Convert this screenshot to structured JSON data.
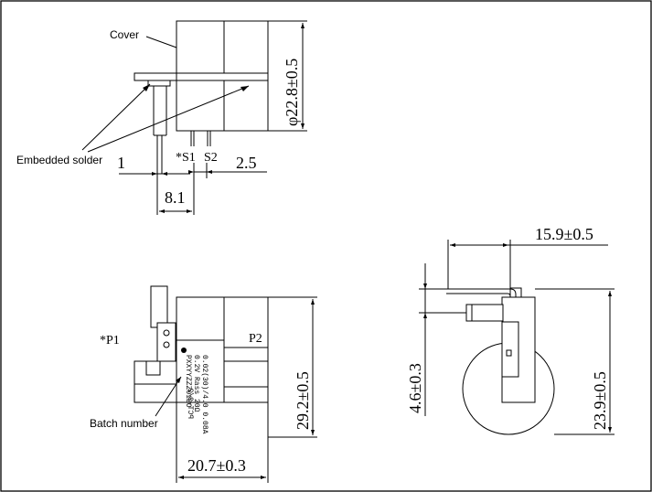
{
  "top_view": {
    "cover_label": "Cover",
    "solder_label": "Embedded solder",
    "pin_s1": "*S1",
    "pin_s2": "S2",
    "dim_pin_width": "1",
    "dim_pin_gap": "2.5",
    "dim_pitch": "8.1",
    "dim_diameter": "φ22.8±0.5"
  },
  "front_view": {
    "pin_p1": "*P1",
    "pin_p2": "P2",
    "batch_label": "Batch number",
    "dim_height": "29.2±0.5",
    "dim_width": "20.7±0.3",
    "marking": [
      "PCT-3/2",
      "0.02(30)/4.0 0.08A",
      "0.2V Rass 20Ω",
      "PXXYYZZZ01BO"
    ]
  },
  "side_view": {
    "dim_depth": "15.9±0.5",
    "dim_height": "23.9±0.5",
    "dim_offset": "4.6±0.3"
  }
}
